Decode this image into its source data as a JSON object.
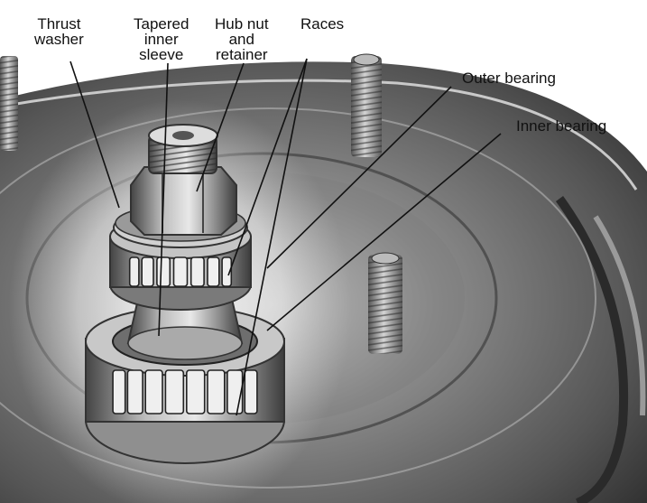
{
  "colors": {
    "drum_dark": "#3a3a3a",
    "drum_mid": "#6b6b6b",
    "drum_light": "#a8a8a8",
    "glow": "#f2f2f2",
    "leader": "#111111",
    "label_text": "#111111"
  },
  "labels": {
    "thrust_washer": [
      "Thrust",
      "washer"
    ],
    "tapered_inner_sleeve": [
      "Tapered",
      "inner",
      "sleeve"
    ],
    "hub_nut_retainer": [
      "Hub nut",
      "and",
      "retainer"
    ],
    "races": [
      "Races"
    ],
    "outer_bearing": [
      "Outer bearing"
    ],
    "inner_bearing": [
      "Inner bearing"
    ]
  }
}
